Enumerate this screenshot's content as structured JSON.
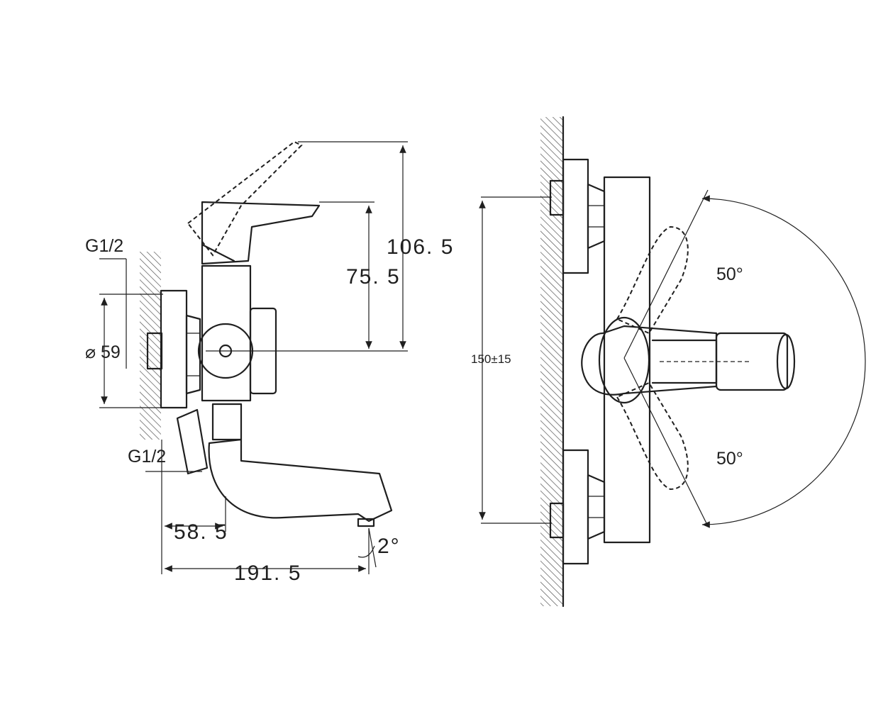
{
  "side_view": {
    "thread_top": "G1/2",
    "thread_bottom": "G1/2",
    "diameter": "⌀ 59",
    "height_total": "106. 5",
    "height_axis": "75. 5",
    "depth_body": "58. 5",
    "spout_reach": "191. 5",
    "spout_angle": "2°"
  },
  "front_view": {
    "center_distance": "150±15",
    "angle_up": "50°",
    "angle_down": "50°"
  }
}
